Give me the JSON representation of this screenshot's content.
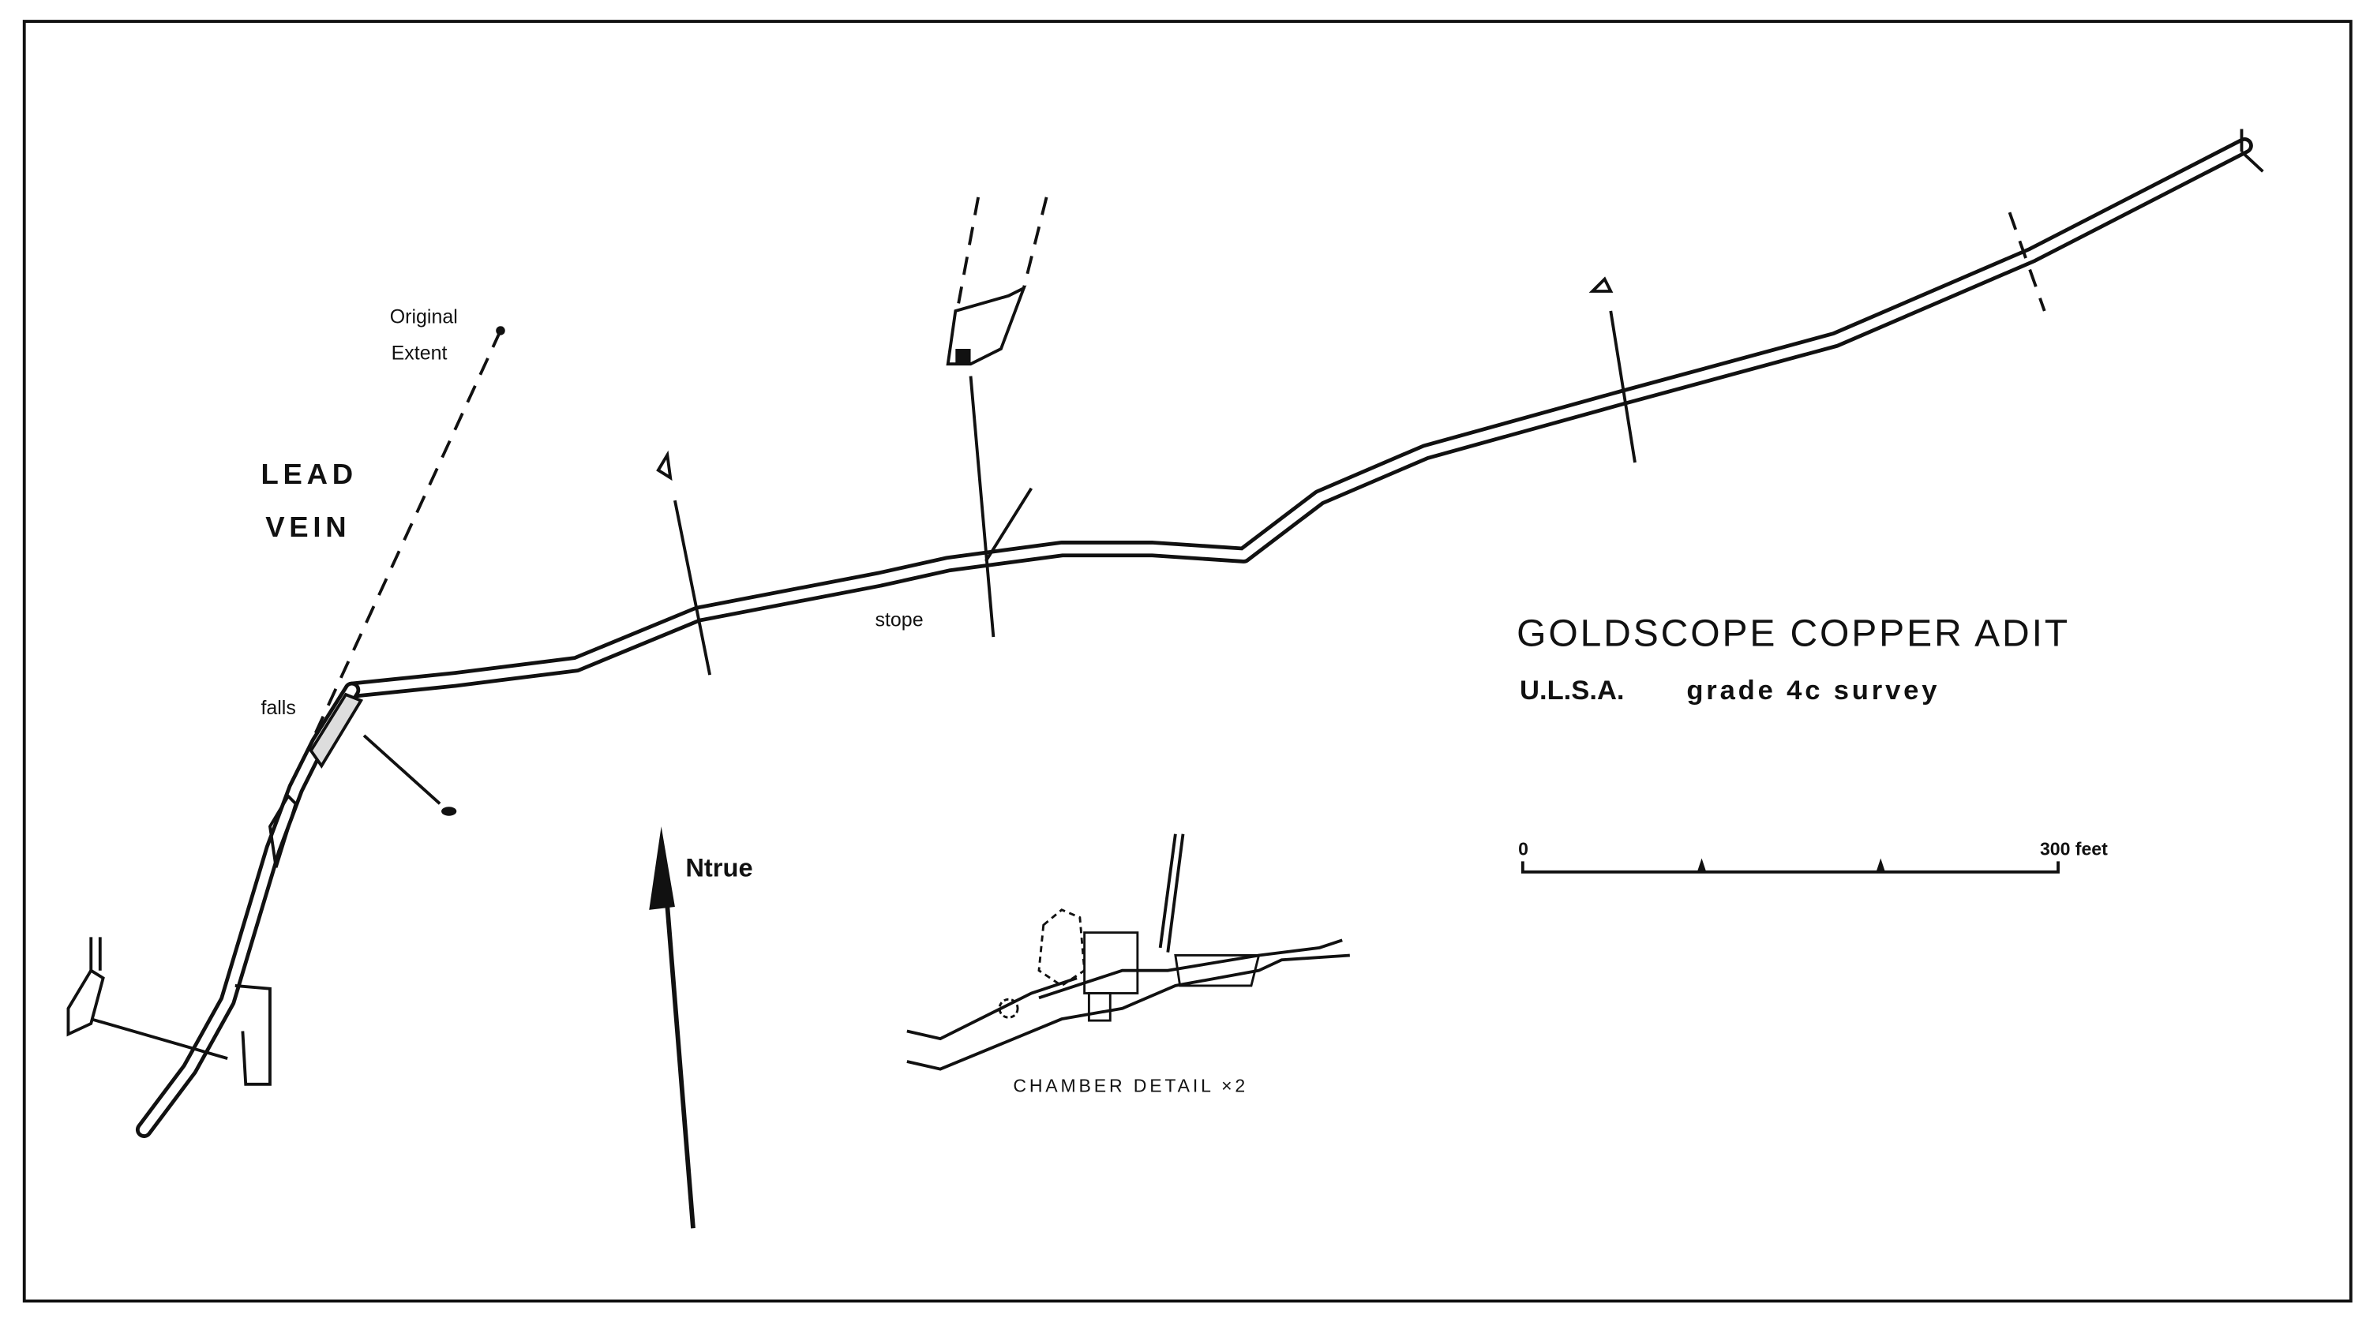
{
  "title": "GOLDSCOPE COPPER ADIT",
  "subtitle": {
    "org": "U.L.S.A.",
    "grade": "grade 4c survey"
  },
  "labels": {
    "original": "Original",
    "extent": "Extent",
    "lead": "LEAD",
    "vein": "VEIN",
    "falls": "falls",
    "stope": "stope",
    "north": "Ntrue"
  },
  "scale": {
    "start": "0",
    "end": "300 feet",
    "divisions": 3
  },
  "inset": {
    "caption": "CHAMBER DETAIL ×2"
  }
}
